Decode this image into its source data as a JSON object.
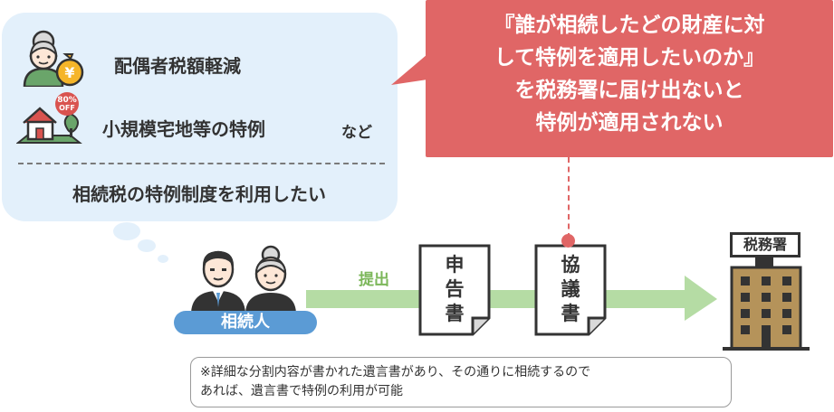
{
  "bubble": {
    "items": [
      {
        "label": "配偶者税額軽減"
      },
      {
        "label": "小規模宅地等の特例",
        "suffix": "など",
        "badge_top": "80%",
        "badge_bottom": "OFF"
      }
    ],
    "wish": "相続税の特例制度を利用したい",
    "yen_symbol": "¥"
  },
  "callout": {
    "lines": [
      "『誰が相続したどの財産に対",
      "して特例を適用したいのか』",
      "を税務署に届け出ないと",
      "特例が適用されない"
    ]
  },
  "heirs": {
    "label": "相続人"
  },
  "flow": {
    "arrow_label": "提出"
  },
  "documents": [
    {
      "chars": [
        "申",
        "告",
        "書"
      ]
    },
    {
      "chars": [
        "協",
        "議",
        "書"
      ]
    }
  ],
  "tax_office": {
    "label": "税務署"
  },
  "note": {
    "lines": [
      "※詳細な分割内容が書かれた遺言書があり、その通りに相続するので",
      "あれば、遺言書で特例の利用が可能"
    ]
  },
  "colors": {
    "bubble_bg": "#e3f0fb",
    "callout_bg": "#e06666",
    "heirs_badge": "#5b9bd5",
    "arrow": "#b5dca4",
    "arrow_label": "#7cb75a",
    "building": "#b5935a"
  }
}
